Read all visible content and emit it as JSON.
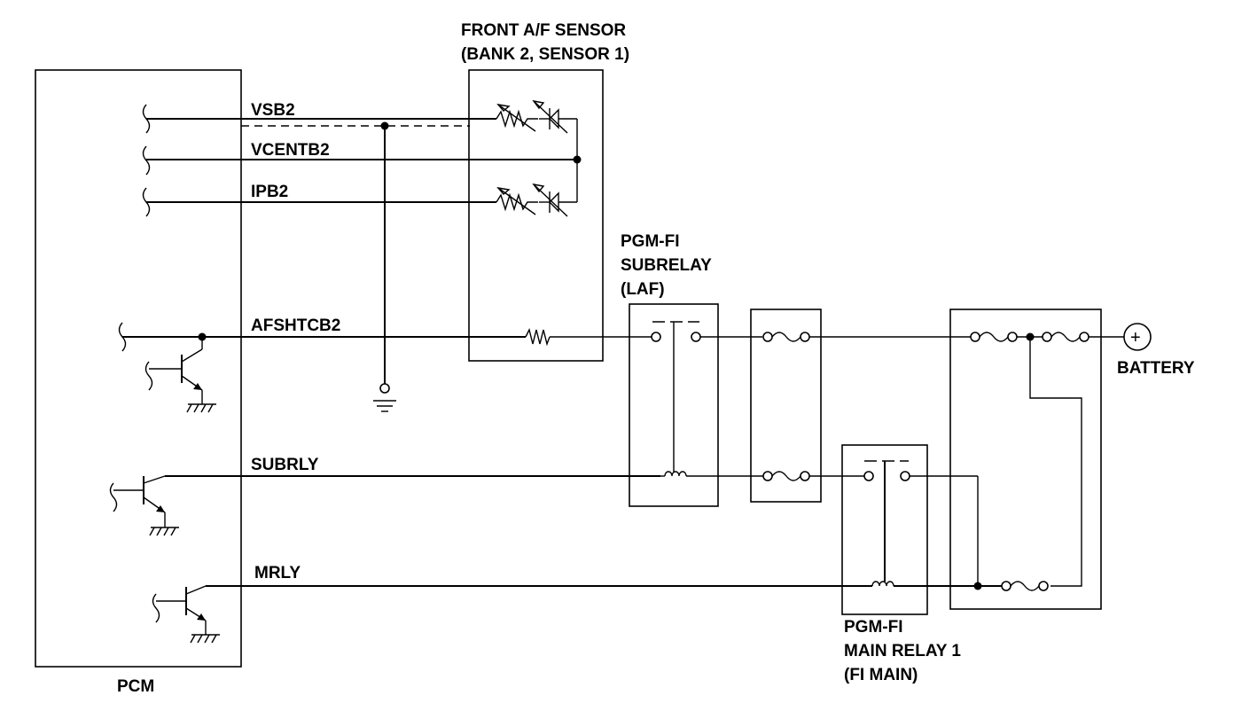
{
  "diagram": {
    "pcm": {
      "label": "PCM"
    },
    "sensor": {
      "title_line1": "FRONT A/F SENSOR",
      "title_line2": "(BANK 2, SENSOR 1)"
    },
    "subrelay": {
      "line1": "PGM-FI",
      "line2": "SUBRELAY",
      "line3": "(LAF)"
    },
    "main_relay": {
      "line1": "PGM-FI",
      "line2": "MAIN RELAY 1",
      "line3": "(FI MAIN)"
    },
    "battery": {
      "label": "BATTERY",
      "symbol": "+"
    },
    "signals": {
      "vsb2": "VSB2",
      "vcentb2": "VCENTB2",
      "ipb2": "IPB2",
      "afshtcb2": "AFSHTCB2",
      "subrly": "SUBRLY",
      "mrly": "MRLY"
    }
  }
}
